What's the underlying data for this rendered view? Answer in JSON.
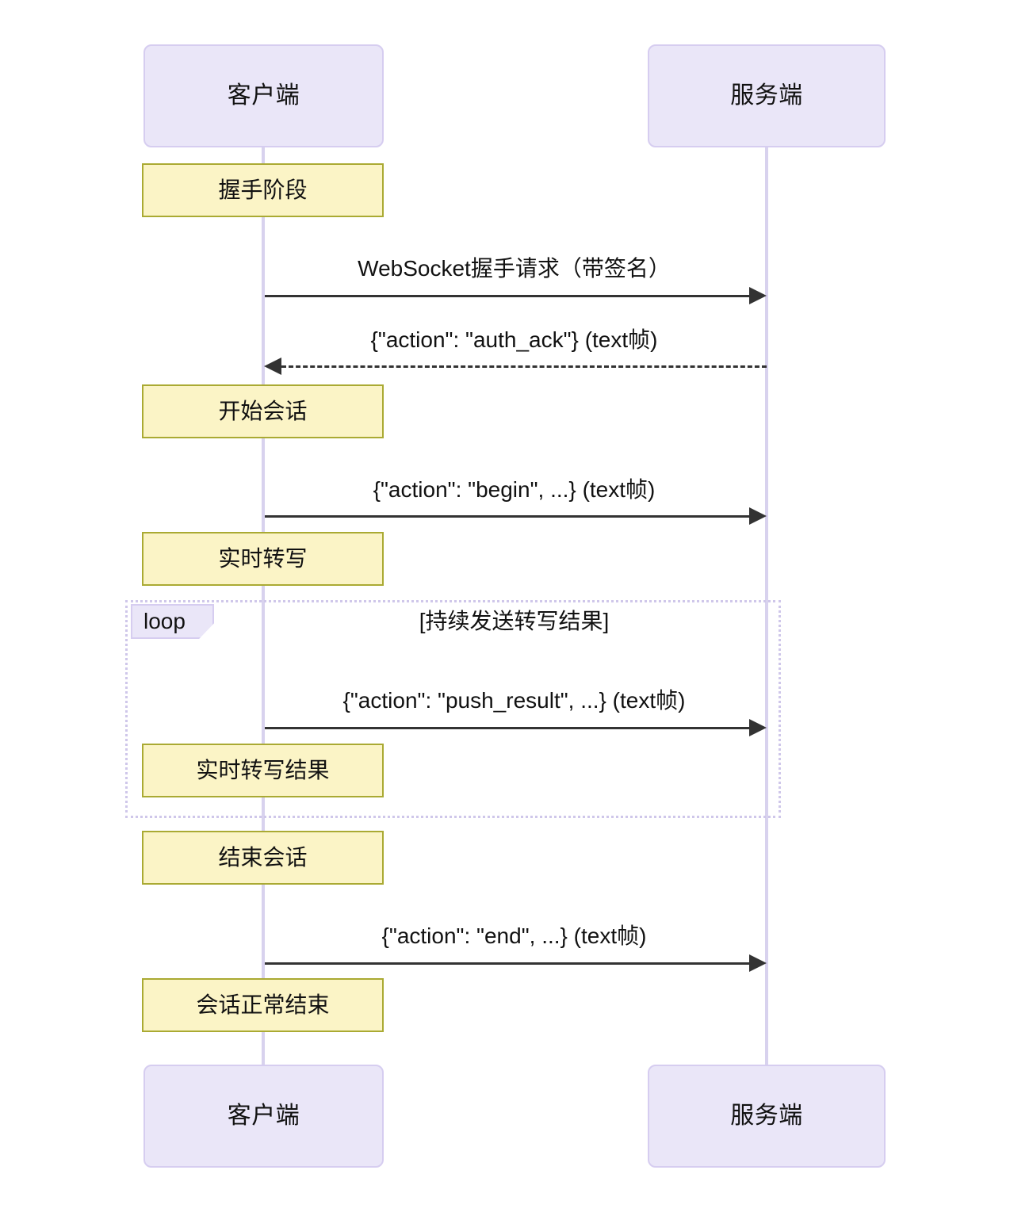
{
  "diagram": {
    "type": "sequence-diagram",
    "title": "",
    "background_color": "#ffffff",
    "participant_fill": "#eae6f8",
    "participant_border": "#d6cdf0",
    "note_fill": "#fbf4c6",
    "note_border": "#aaaa33",
    "lifeline_color": "#d8d2ee",
    "arrow_color": "#333333",
    "fragment_border": "#cfc7ea"
  },
  "participants": [
    {
      "id": "client",
      "label": "客户端"
    },
    {
      "id": "server",
      "label": "服务端"
    }
  ],
  "participants_bottom": [
    {
      "id": "client",
      "label": "客户端"
    },
    {
      "id": "server",
      "label": "服务端"
    }
  ],
  "notes": [
    {
      "id": "note-handshake",
      "label": "握手阶段",
      "over": "client"
    },
    {
      "id": "note-start-session",
      "label": "开始会话",
      "over": "client"
    },
    {
      "id": "note-realtime-transcribe",
      "label": "实时转写",
      "over": "client"
    },
    {
      "id": "note-realtime-result",
      "label": "实时转写结果",
      "over": "client"
    },
    {
      "id": "note-end-session",
      "label": "结束会话",
      "over": "client"
    },
    {
      "id": "note-session-closed",
      "label": "会话正常结束",
      "over": "client"
    }
  ],
  "messages": [
    {
      "id": "msg-handshake-request",
      "label": "WebSocket握手请求（带签名）",
      "from": "client",
      "to": "server",
      "direction": "right",
      "style": "solid"
    },
    {
      "id": "msg-auth-ack",
      "label": "{\"action\": \"auth_ack\"} (text帧)",
      "from": "server",
      "to": "client",
      "direction": "left",
      "style": "dashed"
    },
    {
      "id": "msg-begin",
      "label": "{\"action\": \"begin\", ...} (text帧)",
      "from": "client",
      "to": "server",
      "direction": "right",
      "style": "solid"
    },
    {
      "id": "msg-push-result",
      "label": "{\"action\": \"push_result\", ...} (text帧)",
      "from": "client",
      "to": "server",
      "direction": "right",
      "style": "solid"
    },
    {
      "id": "msg-end",
      "label": "{\"action\": \"end\", ...} (text帧)",
      "from": "client",
      "to": "server",
      "direction": "right",
      "style": "solid"
    }
  ],
  "fragments": [
    {
      "id": "loop-push-results",
      "kind": "loop",
      "tab_label": "loop",
      "title": "[持续发送转写结果]"
    }
  ]
}
